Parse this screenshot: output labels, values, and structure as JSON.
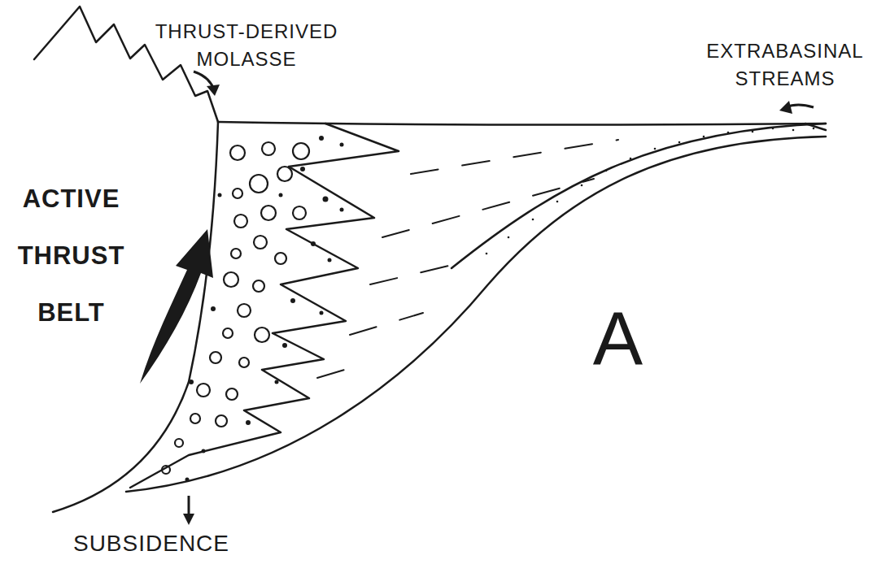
{
  "diagram": {
    "labels": [
      "THRUST-DERIVED MOLASSE",
      "EXTRABASINAL STREAMS",
      "ACTIVE THRUST BELT",
      "A",
      "SUBSIDENCE"
    ]
  }
}
